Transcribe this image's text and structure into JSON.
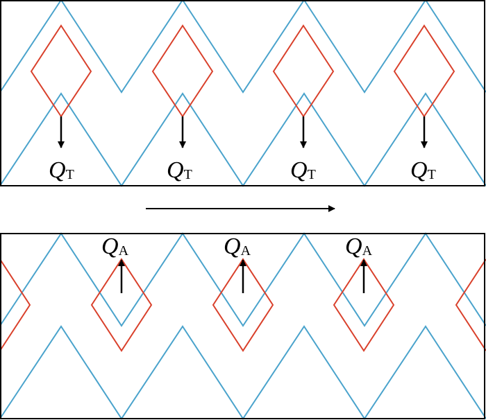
{
  "top_panel": {
    "labels": [
      {
        "letter": "Q",
        "subscript": "T"
      },
      {
        "letter": "Q",
        "subscript": "T"
      },
      {
        "letter": "Q",
        "subscript": "T"
      },
      {
        "letter": "Q",
        "subscript": "T"
      }
    ]
  },
  "bottom_panel": {
    "labels": [
      {
        "letter": "Q",
        "subscript": "A"
      },
      {
        "letter": "Q",
        "subscript": "A"
      },
      {
        "letter": "Q",
        "subscript": "A"
      }
    ]
  },
  "colors": {
    "blue_lattice": "#4aa3cc",
    "red_diamond": "#d9402b",
    "frame": "#000000",
    "arrow": "#000000"
  }
}
